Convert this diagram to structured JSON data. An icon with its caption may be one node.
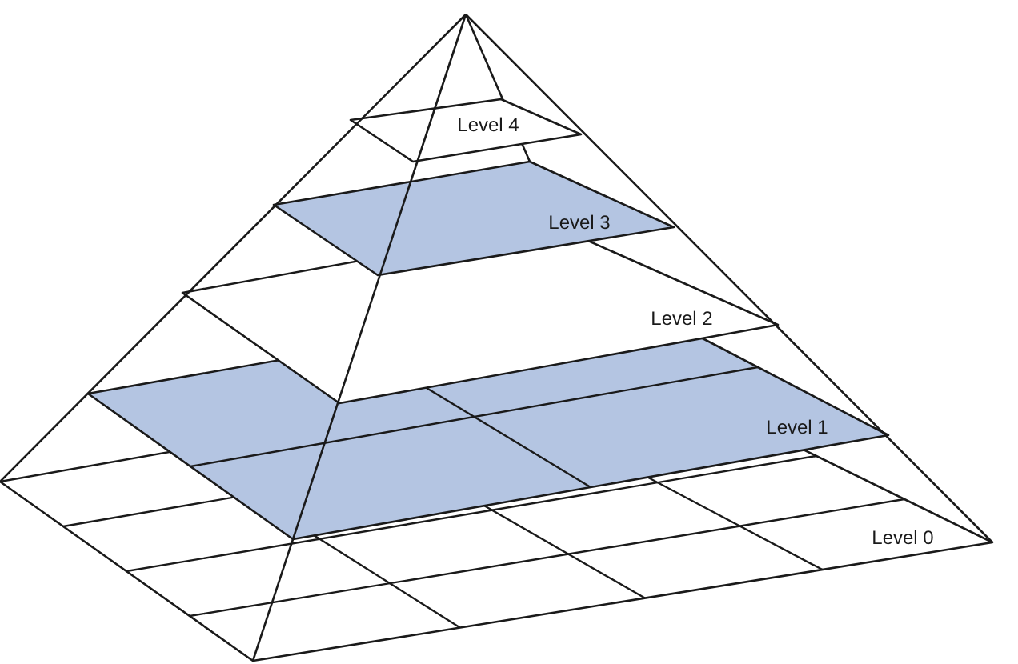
{
  "diagram": {
    "labels": [
      "Level 4",
      "Level 3",
      "Level 2",
      "Level 1",
      "Level 0"
    ]
  }
}
